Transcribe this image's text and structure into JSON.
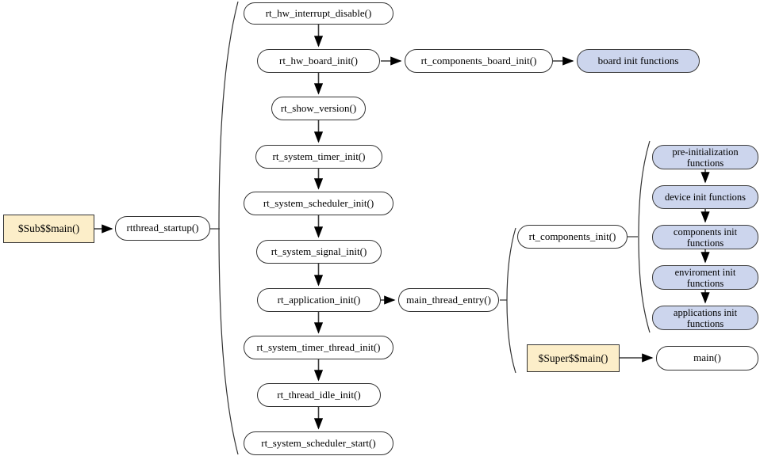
{
  "colors": {
    "background": "#ffffff",
    "node_fill_white": "#ffffff",
    "node_fill_blue": "#ccd5ed",
    "node_fill_tan": "#fceec9",
    "node_border": "#333333",
    "connector": "#000000"
  },
  "nodes": {
    "sub_main": {
      "label": "$Sub$$main()"
    },
    "rtthread_startup": {
      "label": "rtthread_startup()"
    },
    "hw_interrupt_disable": {
      "label": "rt_hw_interrupt_disable()"
    },
    "hw_board_init": {
      "label": "rt_hw_board_init()"
    },
    "components_board_init": {
      "label": "rt_components_board_init()"
    },
    "board_init_functions": {
      "label": "board init functions"
    },
    "show_version": {
      "label": "rt_show_version()"
    },
    "system_timer_init": {
      "label": "rt_system_timer_init()"
    },
    "system_scheduler_init": {
      "label": "rt_system_scheduler_init()"
    },
    "system_signal_init": {
      "label": "rt_system_signal_init()"
    },
    "application_init": {
      "label": "rt_application_init()"
    },
    "main_thread_entry": {
      "label": "main_thread_entry()"
    },
    "system_timer_thread_init": {
      "label": "rt_system_timer_thread_init()"
    },
    "thread_idle_init": {
      "label": "rt_thread_idle_init()"
    },
    "system_scheduler_start": {
      "label": "rt_system_scheduler_start()"
    },
    "components_init": {
      "label": "rt_components_init()"
    },
    "pre_init_functions": {
      "label": "pre-initialization functions"
    },
    "device_init_functions": {
      "label": "device init functions"
    },
    "components_init_functions": {
      "label": "components init functions"
    },
    "enviroment_init_functions": {
      "label": "enviroment init functions"
    },
    "applications_init_functions": {
      "label": "applications init functions"
    },
    "super_main": {
      "label": "$Super$$main()"
    },
    "main": {
      "label": "main()"
    }
  }
}
